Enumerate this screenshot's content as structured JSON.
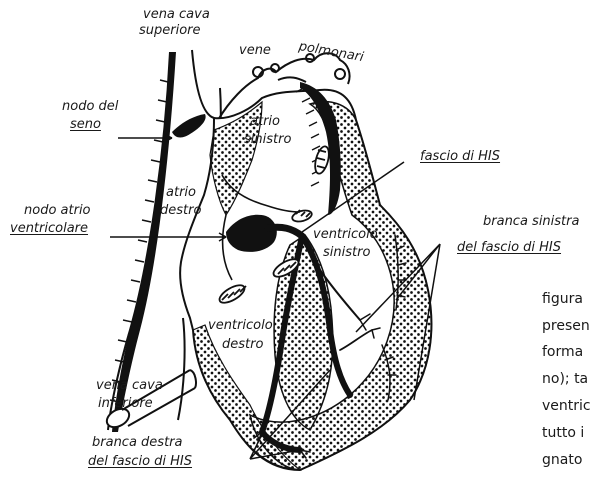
{
  "diagram": {
    "labels": {
      "vena_cava_superiore_1": "vena cava",
      "vena_cava_superiore_2": "superiore",
      "vene": "vene",
      "polmonari": "polmonari",
      "nodo_del_seno_1": "nodo del",
      "nodo_del_seno_2": "seno",
      "atrio_sinistro_1": "atrio",
      "atrio_sinistro_2": "sinistro",
      "fascio_di_his": "fascio di HIS",
      "atrio_destro_1": "atrio",
      "atrio_destro_2": "destro",
      "nodo_atrio_1": "nodo atrio",
      "nodo_atrio_2": "ventricolare",
      "ventricolo_sinistro_1": "ventricolo",
      "ventricolo_sinistro_2": "sinistro",
      "branca_sinistra_1": "branca sinistra",
      "branca_sinistra_2": "del fascio di HIS",
      "ventricolo_destro_1": "ventricolo",
      "ventricolo_destro_2": "destro",
      "vena_cava_inferiore_1": "vena cava",
      "vena_cava_inferiore_2": "inferiore",
      "branca_destra_1": "branca destra",
      "branca_destra_2": "del fascio di HIS"
    },
    "side_text": [
      "figura",
      "presen",
      "forma",
      "no); ta",
      "ventric",
      "tutto i",
      "gnato"
    ]
  }
}
